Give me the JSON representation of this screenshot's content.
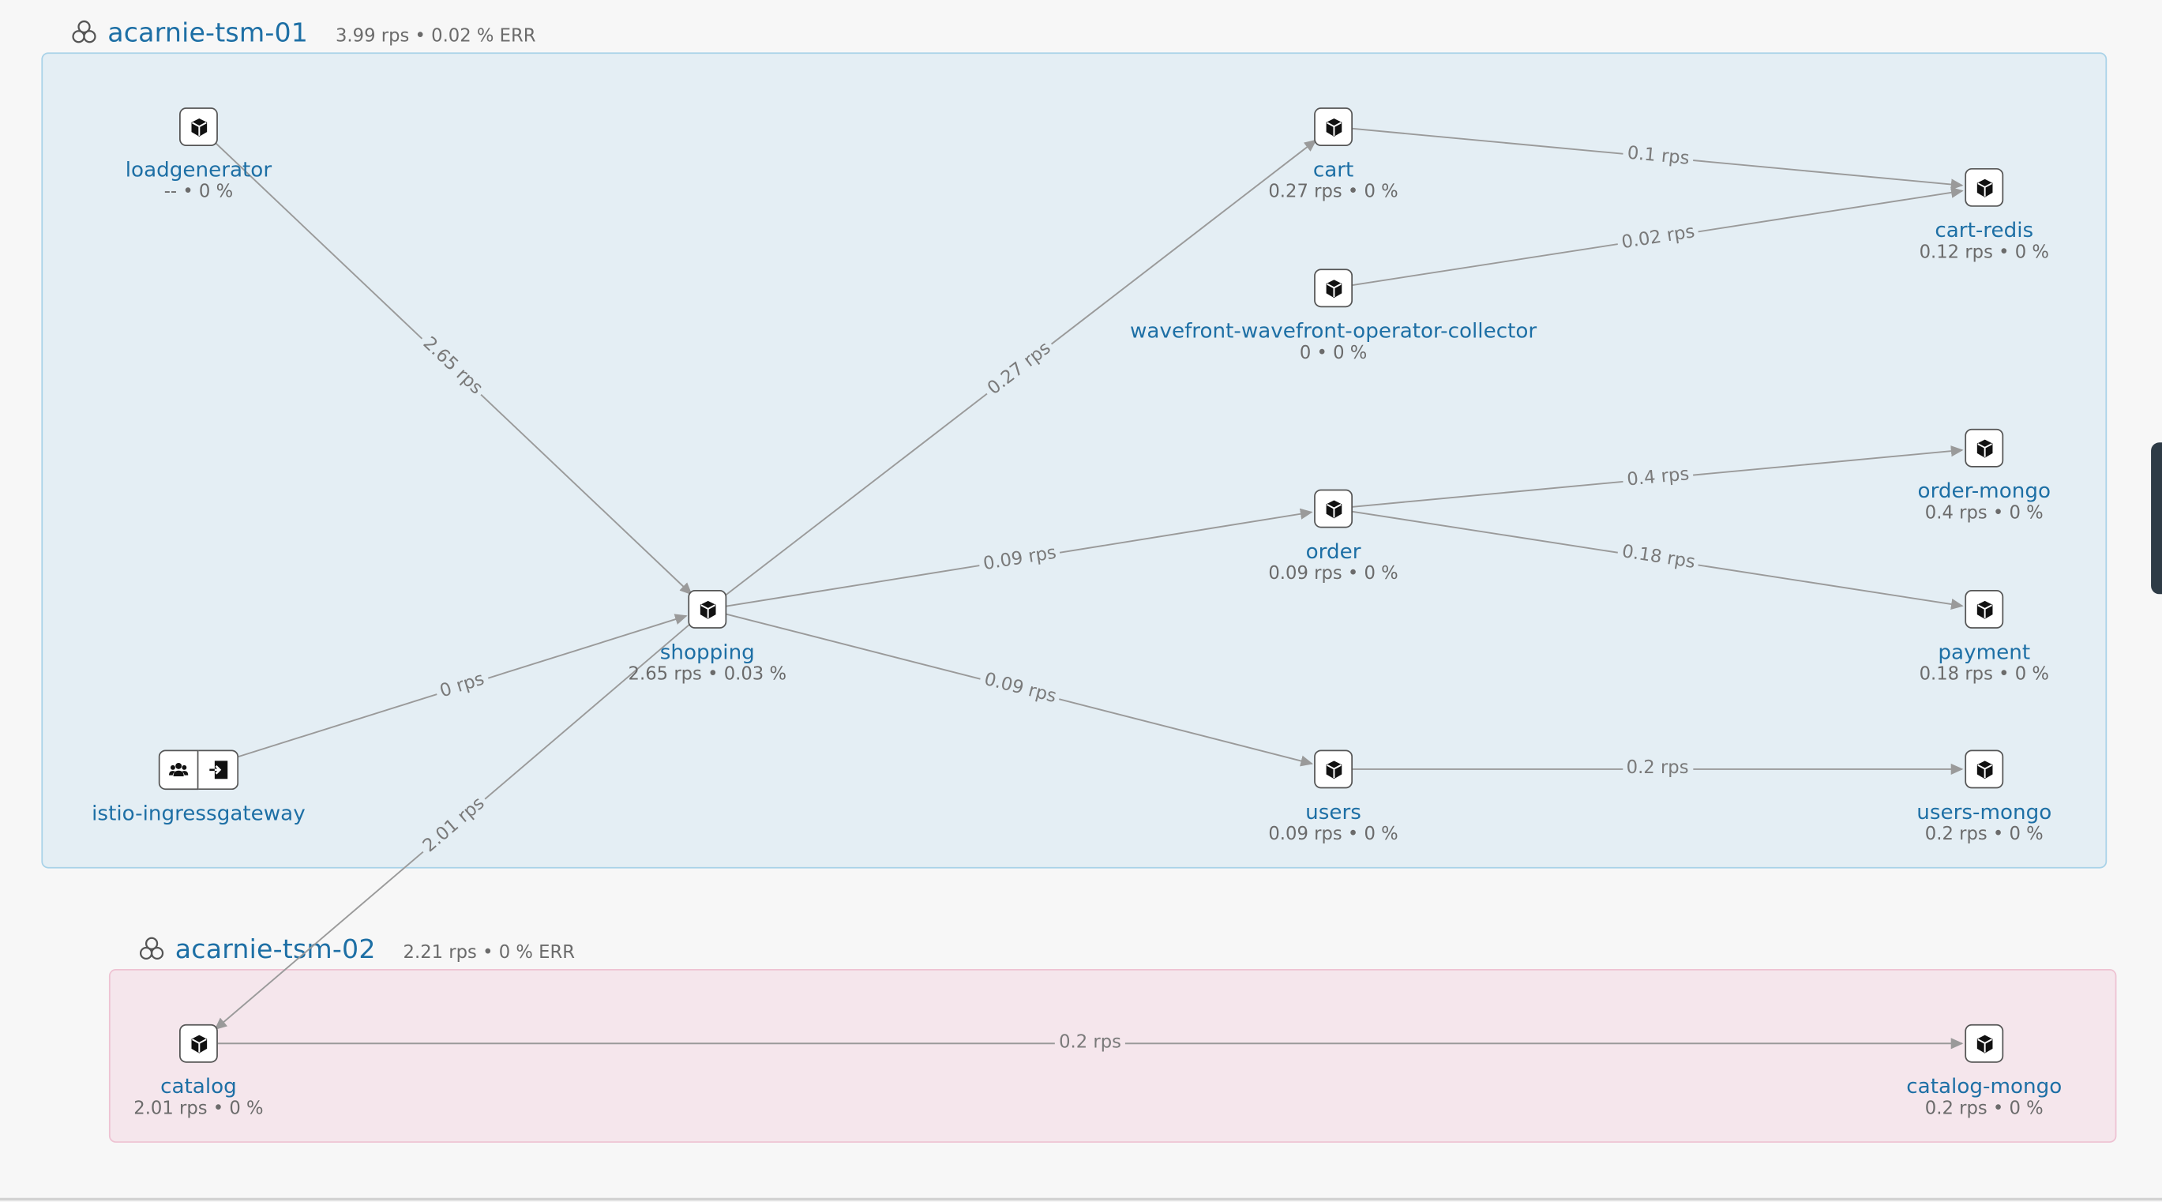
{
  "clusters": [
    {
      "id": "c1",
      "name": "acarnie-tsm-01",
      "stats": "3.99 rps • 0.02 % ERR",
      "color": "#e4eef4",
      "border": "#a8d2e8"
    },
    {
      "id": "c2",
      "name": "acarnie-tsm-02",
      "stats": "2.21 rps • 0 % ERR",
      "color": "#f5e6ec",
      "border": "#eec2d2"
    }
  ],
  "nodes": {
    "loadgenerator": {
      "name": "loadgenerator",
      "stats": "-- • 0 %",
      "icon": "cube-icon"
    },
    "shopping": {
      "name": "shopping",
      "stats": "2.65 rps • 0.03 %",
      "icon": "cube-icon"
    },
    "istio_ingressgateway": {
      "name": "istio-ingressgateway",
      "stats": "",
      "icon": "users-icon"
    },
    "cart": {
      "name": "cart",
      "stats": "0.27 rps • 0 %",
      "icon": "cube-icon"
    },
    "wavefront": {
      "name": "wavefront-wavefront-operator-collector",
      "stats": "0 • 0 %",
      "icon": "cube-icon"
    },
    "order": {
      "name": "order",
      "stats": "0.09 rps • 0 %",
      "icon": "cube-icon"
    },
    "users": {
      "name": "users",
      "stats": "0.09 rps • 0 %",
      "icon": "cube-icon"
    },
    "cart_redis": {
      "name": "cart-redis",
      "stats": "0.12 rps • 0 %",
      "icon": "cube-icon"
    },
    "order_mongo": {
      "name": "order-mongo",
      "stats": "0.4 rps • 0 %",
      "icon": "cube-icon"
    },
    "payment": {
      "name": "payment",
      "stats": "0.18 rps • 0 %",
      "icon": "cube-icon"
    },
    "users_mongo": {
      "name": "users-mongo",
      "stats": "0.2 rps • 0 %",
      "icon": "cube-icon"
    },
    "catalog": {
      "name": "catalog",
      "stats": "2.01 rps • 0 %",
      "icon": "cube-icon"
    },
    "catalog_mongo": {
      "name": "catalog-mongo",
      "stats": "0.2 rps • 0 %",
      "icon": "cube-icon"
    }
  },
  "edges": [
    {
      "from": "loadgenerator",
      "to": "shopping",
      "label": "2.65 rps"
    },
    {
      "from": "istio_ingressgateway",
      "to": "shopping",
      "label": "0 rps"
    },
    {
      "from": "shopping",
      "to": "catalog",
      "label": "2.01 rps"
    },
    {
      "from": "shopping",
      "to": "cart",
      "label": "0.27 rps"
    },
    {
      "from": "shopping",
      "to": "order",
      "label": "0.09 rps"
    },
    {
      "from": "shopping",
      "to": "users",
      "label": "0.09 rps"
    },
    {
      "from": "cart",
      "to": "cart_redis",
      "label": "0.1 rps"
    },
    {
      "from": "wavefront",
      "to": "cart_redis",
      "label": "0.02 rps"
    },
    {
      "from": "order",
      "to": "order_mongo",
      "label": "0.4 rps"
    },
    {
      "from": "order",
      "to": "payment",
      "label": "0.18 rps"
    },
    {
      "from": "users",
      "to": "users_mongo",
      "label": "0.2 rps"
    },
    {
      "from": "catalog",
      "to": "catalog_mongo",
      "label": "0.2 rps"
    }
  ],
  "colors": {
    "link": "#1d6fa5",
    "edge": "#9a9a9a",
    "muted": "#6b6b6b"
  }
}
